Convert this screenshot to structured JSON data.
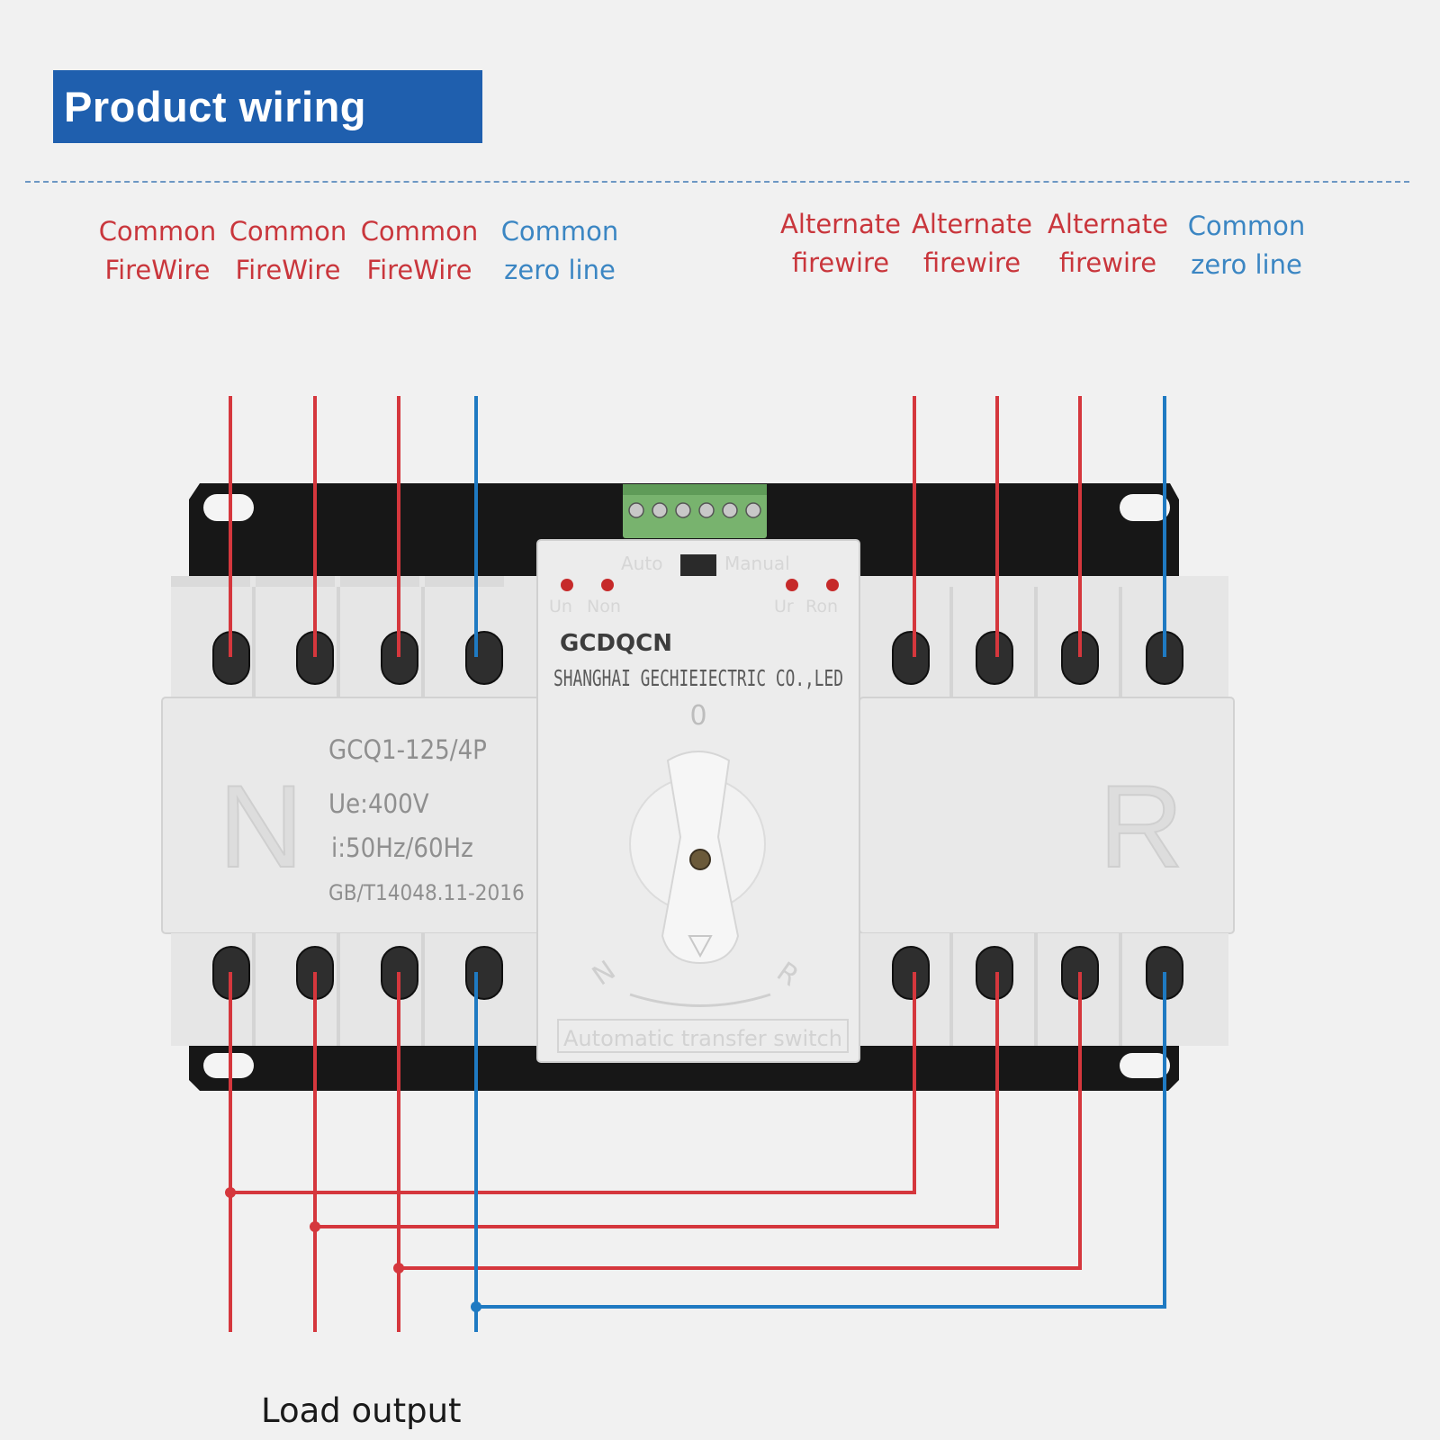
{
  "header": {
    "title": "Product wiring"
  },
  "labels": {
    "common_firewire_1": {
      "line1": "Common",
      "line2": "FireWire"
    },
    "common_firewire_2": {
      "line1": "Common",
      "line2": "FireWire"
    },
    "common_firewire_3": {
      "line1": "Common",
      "line2": "FireWire"
    },
    "common_zero_left": {
      "line1": "Common",
      "line2": "zero line"
    },
    "alternate_firewire_1": {
      "line1": "Alternate",
      "line2": "firewire"
    },
    "alternate_firewire_2": {
      "line1": "Alternate",
      "line2": "firewire"
    },
    "alternate_firewire_3": {
      "line1": "Alternate",
      "line2": "firewire"
    },
    "common_zero_right": {
      "line1": "Common",
      "line2": "zero line"
    }
  },
  "device": {
    "brand": "GCDQCN",
    "company": "SHANGHAI GECHIEIECTRIC CO.,LED",
    "model": "GCQ1-125/4P",
    "voltage": "Ue:400V",
    "frequency": "i:50Hz/60Hz",
    "standard": "GB/T14048.11-2016",
    "left_side_letter": "N",
    "right_side_letter": "R",
    "mode_auto": "Auto",
    "mode_manual": "Manual",
    "led_un": "Un",
    "led_non": "Non",
    "led_ur": "Ur",
    "led_ron": "Ron",
    "position_zero": "0",
    "dial_n": "N",
    "dial_r": "R",
    "bottom_plate": "Automatic transfer switch"
  },
  "footer": {
    "label": "Load output"
  },
  "colors": {
    "fire": "#d5373d",
    "zero": "#1f7ac2",
    "banner": "#1f5fae"
  }
}
